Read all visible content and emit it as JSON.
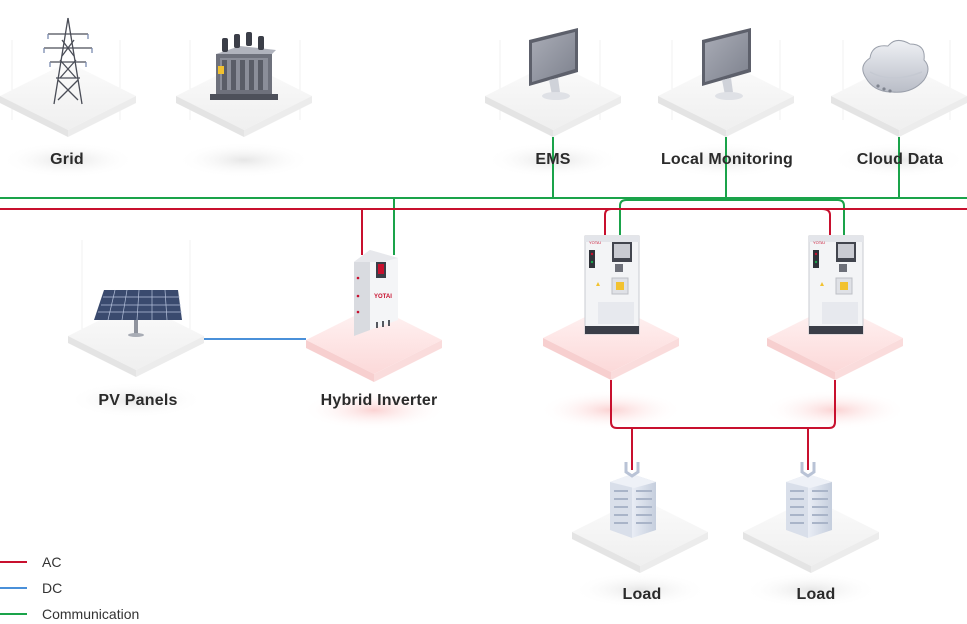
{
  "nodes": {
    "grid": {
      "label": "Grid"
    },
    "transformer": {
      "label": ""
    },
    "ems": {
      "label": "EMS"
    },
    "local_monitoring": {
      "label": "Local Monitoring"
    },
    "cloud_data": {
      "label": "Cloud Data"
    },
    "pv_panels": {
      "label": "PV Panels"
    },
    "hybrid_inverter": {
      "label": "Hybrid Inverter",
      "brand": "YOTAI"
    },
    "storage_cabinet_1": {
      "label": ""
    },
    "storage_cabinet_2": {
      "label": ""
    },
    "load_1": {
      "label": "Load"
    },
    "load_2": {
      "label": "Load"
    }
  },
  "legend": [
    {
      "key": "ac",
      "label": "AC",
      "color": "#c8102e"
    },
    {
      "key": "dc",
      "label": "DC",
      "color": "#4a90d9"
    },
    {
      "key": "comm",
      "label": "Communication",
      "color": "#1aa34a"
    }
  ],
  "colors": {
    "ac": "#c8102e",
    "dc": "#4a90d9",
    "comm": "#1aa34a",
    "platform": "#f6f6f6",
    "platform_highlight": "#fde4e4"
  },
  "icons": {
    "grid": "power-tower-icon",
    "transformer": "transformer-icon",
    "ems": "monitor-icon",
    "local_monitoring": "monitor-icon",
    "cloud_data": "cloud-server-icon",
    "pv_panels": "solar-panel-icon",
    "hybrid_inverter": "inverter-icon",
    "storage_cabinet": "battery-cabinet-icon",
    "load": "building-icon"
  }
}
